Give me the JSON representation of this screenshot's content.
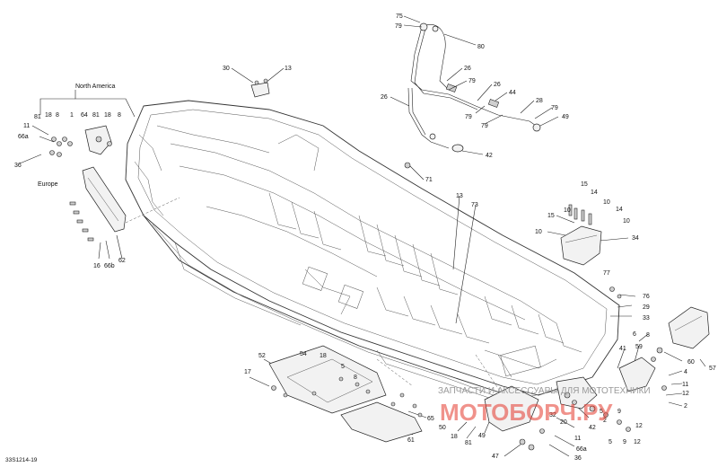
{
  "diagram": {
    "figure_code": "33S1214-19",
    "region_labels": {
      "north_america": "North America",
      "europe": "Europe"
    },
    "watermark": {
      "line1": "ЗАПЧАСТИ И АКСЕССУАРЫ ДЛЯ МОТОТЕХНИКИ",
      "line2": "МОТОБОРЧ.РУ"
    },
    "callouts": [
      "75",
      "79",
      "80",
      "26",
      "79",
      "26",
      "44",
      "79",
      "79",
      "28",
      "79",
      "49",
      "26",
      "42",
      "30",
      "13",
      "71",
      "13",
      "73",
      "15",
      "14",
      "10",
      "14",
      "10",
      "10",
      "15",
      "10",
      "34",
      "77",
      "76",
      "29",
      "33",
      "1",
      "64",
      "81",
      "18",
      "8",
      "81",
      "18",
      "8",
      "11",
      "66a",
      "36",
      "16",
      "66b",
      "62",
      "17",
      "52",
      "54",
      "18",
      "5",
      "8",
      "65",
      "61",
      "50",
      "18",
      "81",
      "49",
      "32",
      "20",
      "11",
      "66a",
      "36",
      "47",
      "42",
      "5",
      "9",
      "12",
      "12",
      "41",
      "59",
      "6",
      "8",
      "60",
      "57",
      "4",
      "11",
      "12",
      "2",
      "2",
      "5",
      "9"
    ]
  }
}
